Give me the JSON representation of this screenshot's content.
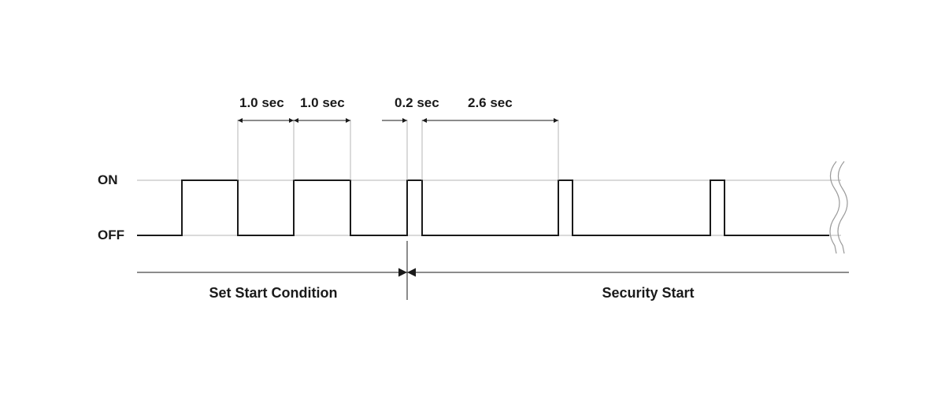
{
  "levels": {
    "on": "ON",
    "off": "OFF"
  },
  "durations": [
    "1.0 sec",
    "1.0 sec",
    "0.2 sec",
    "2.6 sec"
  ],
  "phases": {
    "set_start": "Set Start Condition",
    "security_start": "Security Start"
  },
  "signal": {
    "pulses_sec": [
      {
        "on_at": 0.0,
        "off_at": 1.0
      },
      {
        "on_at": 2.0,
        "off_at": 3.0
      },
      {
        "on_at": 4.0,
        "off_at": 4.2
      },
      {
        "on_at": 6.8,
        "off_at": 7.0
      },
      {
        "on_at": 9.6,
        "off_at": 9.8
      }
    ]
  },
  "colors": {
    "line": "#1a1a1a",
    "guide": "#b5b5b5"
  }
}
